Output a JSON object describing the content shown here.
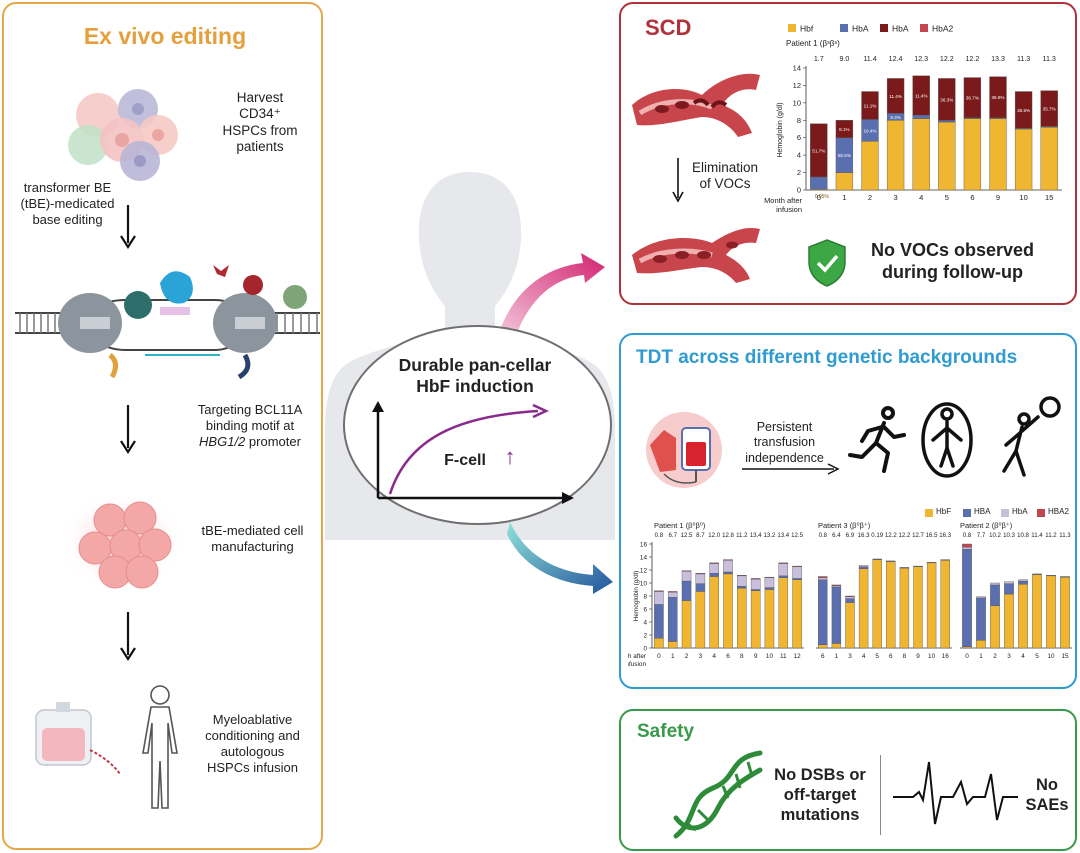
{
  "ex_vivo": {
    "title": "Ex vivo editing",
    "step1": [
      "Harvest",
      "CD34⁺",
      "HSPCs from",
      "patients"
    ],
    "step2": [
      "transformer BE",
      "(tBE)-medicated",
      "base editing"
    ],
    "step3": [
      "Targeting BCL11A",
      "binding motif at"
    ],
    "step3_italic": "HBG1/2",
    "step3_tail": " promoter",
    "step4": [
      "tBE-mediated cell",
      "manufacturing"
    ],
    "step5": [
      "Myeloablative",
      "conditioning and",
      "autologous",
      "HSPCs infusion"
    ]
  },
  "center": {
    "title_line1": "Durable pan-cellar",
    "title_line2": "HbF induction",
    "fcell": "F-cell",
    "up_arrow": "↑"
  },
  "scd": {
    "title": "SCD",
    "elimination": [
      "Elimination",
      "of  VOCs"
    ],
    "no_vocs": [
      "No VOCs observed",
      "during follow-up"
    ]
  },
  "tdt": {
    "title": "TDT across different genetic backgrounds",
    "persistent": [
      "Persistent",
      "transfusion",
      "independence"
    ]
  },
  "safety": {
    "title": "Safety",
    "no_dsb": [
      "No DSBs or",
      "off-target",
      "mutations"
    ],
    "no_sae": [
      "No",
      "SAEs"
    ]
  },
  "colors": {
    "hbf": "#f0b531",
    "hba": "#5a6fb0",
    "hbs": "#7b1a1a",
    "hba_light": "#c9bfdc",
    "hba2": "#c2464d",
    "orange_border": "#e4a84a",
    "red_border": "#b0323a",
    "blue_border": "#2f9bd0",
    "green_border": "#3a9a4a"
  },
  "chart_data": [
    {
      "type": "bar",
      "title": "Patient 1 (βˢβˢ)",
      "legend": [
        "Hbf",
        "HbA",
        "HbA",
        "HbA2"
      ],
      "ylabel": "Hemoglobin (g/dl)",
      "xlabel": "Month after infusion",
      "ylim": [
        0,
        14
      ],
      "yticks": [
        0,
        2,
        4,
        6,
        8,
        10,
        12,
        14
      ],
      "categories": [
        "0",
        "1",
        "2",
        "3",
        "4",
        "5",
        "6",
        "9",
        "10",
        "15"
      ],
      "totals": [
        "1.7",
        "9.0",
        "11.4",
        "12.4",
        "12.3",
        "12.2",
        "12.2",
        "13.3",
        "11.3",
        "11.3"
      ],
      "series": [
        {
          "name": "Hbf",
          "values": [
            0.1,
            2.0,
            5.6,
            8.0,
            8.2,
            7.8,
            8.2,
            8.2,
            7.0,
            7.2
          ]
        },
        {
          "name": "HbA",
          "values": [
            1.4,
            4.0,
            2.5,
            0.8,
            0.4,
            0.2,
            0.1,
            0.1,
            0.1,
            0.1
          ]
        },
        {
          "name": "HbA",
          "values": [
            6.1,
            2.0,
            3.2,
            4.0,
            4.5,
            4.8,
            4.6,
            4.7,
            4.2,
            4.1
          ]
        },
        {
          "name": "HbA2",
          "values": [
            0.0,
            0.0,
            0.0,
            0.0,
            0.0,
            0.0,
            0.0,
            0.0,
            0.0,
            0.0
          ]
        }
      ],
      "segment_labels": [
        [
          "",
          "",
          "51.7%"
        ],
        [
          "",
          "55.5%",
          "8.1%"
        ],
        [
          "",
          "10.4%",
          "11.1%"
        ],
        [
          "",
          "8.3%",
          "11.4%"
        ],
        [
          "",
          "",
          "11.4%"
        ],
        [
          "",
          "",
          "36.3%"
        ],
        [
          "",
          "",
          "36.7%"
        ],
        [
          "",
          "",
          "36.6%"
        ],
        [
          "",
          "",
          "35.5%"
        ],
        [
          "",
          "",
          "35.7%"
        ]
      ],
      "bottom_labels": [
        "0.05%",
        "",
        "",
        "",
        "",
        "",
        "",
        "",
        "",
        ""
      ]
    },
    {
      "type": "bar",
      "title": "Patient 1 (β⁰β⁰)",
      "legend": [
        "HbF",
        "HBA",
        "HbA",
        "HBA2"
      ],
      "ylabel": "Hemoglobin (g/dl)",
      "xlabel": "Month after infusion",
      "ylim": [
        0,
        16
      ],
      "yticks": [
        0,
        2,
        4,
        6,
        8,
        10,
        12,
        14,
        16
      ],
      "categories": [
        "0",
        "1",
        "2",
        "3",
        "4",
        "6",
        "8",
        "9",
        "10",
        "11",
        "12"
      ],
      "totals": [
        "0.8",
        "6.7",
        "12.5",
        "8.7",
        "12.0",
        "12.8",
        "11.2",
        "13.4",
        "13.2",
        "13.4",
        "12.5"
      ],
      "series": [
        {
          "name": "HbF",
          "values": [
            1.5,
            1.0,
            7.3,
            8.7,
            11.0,
            11.4,
            9.2,
            8.8,
            9.0,
            10.8,
            10.5
          ]
        },
        {
          "name": "HBA",
          "values": [
            5.2,
            6.8,
            3.0,
            1.2,
            0.5,
            0.3,
            0.3,
            0.2,
            0.3,
            0.3,
            0.2
          ]
        },
        {
          "name": "HbA",
          "values": [
            2.0,
            0.8,
            1.5,
            1.5,
            1.5,
            1.8,
            1.6,
            1.6,
            1.5,
            1.9,
            1.8
          ]
        },
        {
          "name": "HBA2",
          "values": [
            0.1,
            0.1,
            0.1,
            0.1,
            0.1,
            0.1,
            0.1,
            0.1,
            0.1,
            0.1,
            0.1
          ]
        }
      ]
    },
    {
      "type": "bar",
      "title": "Patient 3 (β⁰β⁺)",
      "categories": [
        "6",
        "1",
        "3",
        "4",
        "5",
        "6",
        "8",
        "9",
        "10",
        "16"
      ],
      "totals": [
        "0.8",
        "6.4",
        "6.9",
        "16.3",
        "0.19",
        "12.2",
        "12.2",
        "12.7",
        "16.5",
        "16.3"
      ],
      "series": [
        {
          "name": "HbF",
          "values": [
            0.5,
            0.7,
            7.0,
            12.2,
            13.6,
            13.3,
            12.3,
            12.5,
            13.1,
            13.5
          ]
        },
        {
          "name": "HBA",
          "values": [
            10.0,
            8.7,
            0.6,
            0.3,
            0.1,
            0.1,
            0.1,
            0.1,
            0.1,
            0.1
          ]
        },
        {
          "name": "HbA",
          "values": [
            0.3,
            0.2,
            0.3,
            0.2,
            0.0,
            0.0,
            0.0,
            0.0,
            0.0,
            0.0
          ]
        },
        {
          "name": "HBA2",
          "values": [
            0.2,
            0.1,
            0.1,
            0.0,
            0.0,
            0.0,
            0.0,
            0.0,
            0.0,
            0.0
          ]
        }
      ]
    },
    {
      "type": "bar",
      "title": "Patient 2 (β⁰β⁺)",
      "categories": [
        "0",
        "1",
        "2",
        "3",
        "4",
        "5",
        "10",
        "15"
      ],
      "totals": [
        "0.8",
        "7.7",
        "10.2",
        "10.3",
        "10.8",
        "11.4",
        "11.2",
        "11.3"
      ],
      "series": [
        {
          "name": "HbF",
          "values": [
            0.2,
            1.2,
            6.5,
            8.3,
            9.8,
            11.3,
            11.1,
            10.9
          ]
        },
        {
          "name": "HBA",
          "values": [
            15.0,
            6.5,
            3.2,
            1.6,
            0.5,
            0.1,
            0.1,
            0.1
          ]
        },
        {
          "name": "HbA",
          "values": [
            0.3,
            0.2,
            0.3,
            0.3,
            0.2,
            0.0,
            0.0,
            0.0
          ]
        },
        {
          "name": "HBA2",
          "values": [
            0.5,
            0.0,
            0.0,
            0.0,
            0.0,
            0.0,
            0.0,
            0.0
          ]
        }
      ]
    }
  ]
}
